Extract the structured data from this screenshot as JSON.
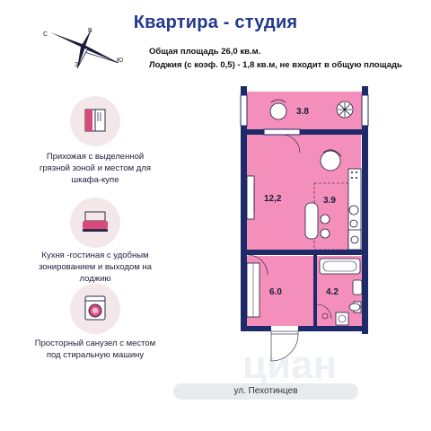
{
  "header": {
    "title": "Квартира - студия",
    "total_area": "Общая площадь 26,0 кв.м.",
    "loggia": "Лоджия (с коэф. 0,5) - 1,8 кв.м, не входит в общую площадь"
  },
  "compass": {
    "north": "С",
    "east": "В",
    "west": "З",
    "south": "Ю"
  },
  "features": [
    {
      "icon": "wardrobe-icon",
      "text": "Прихожая с выделенной грязной зоной  и местом для шкафа-купе"
    },
    {
      "icon": "sofa-icon",
      "text": "Кухня -гостиная с удобным зонированием и выходом на лоджию"
    },
    {
      "icon": "washing-machine-icon",
      "text": "Просторный санузел с местом под стиральную машину"
    }
  ],
  "rooms": {
    "loggia": "3.8",
    "living": "12,2",
    "kitchen": "3.9",
    "hall": "6.0",
    "bathroom": "4.2"
  },
  "street": "ул. Пехотинцев",
  "watermark": "циан",
  "colors": {
    "title": "#223a8c",
    "room_fill": "#f48fbb",
    "wall": "#1f2a6b",
    "feature_bg": "#f3e7ea",
    "accent": "#d94a7a"
  }
}
